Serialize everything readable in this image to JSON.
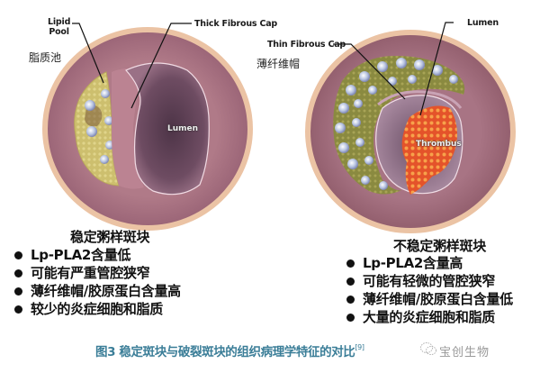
{
  "stable_plaque": {
    "labels": {
      "lipid_pool": "Lipid\nPool",
      "lipid_pool_line1": "Lipid",
      "lipid_pool_line2": "Pool",
      "lipid_pool_cn": "脂质池",
      "fibrous_cap": "Thick Fibrous Cap",
      "lumen": "Lumen"
    },
    "heading": "稳定粥样斑块",
    "bullets": [
      "Lp-PLA2含量低",
      "可能有严重管腔狭窄",
      "薄纤维帽/胶原蛋白含量高",
      "较少的炎症细胞和脂质"
    ]
  },
  "unstable_plaque": {
    "labels": {
      "fibrous_cap": "Thin Fibrous Cap",
      "fibrous_cap_cn": "薄纤维帽",
      "lumen": "Lumen",
      "thrombus": "Thrombus"
    },
    "heading": "不稳定粥样斑块",
    "bullets": [
      "Lp-PLA2含量高",
      "可能有轻微的管腔狭窄",
      "薄纤维帽/胶原蛋白含量低",
      "大量的炎症细胞和脂质"
    ]
  },
  "caption": {
    "text": "图3 稳定斑块与破裂斑块的组织病理学特征的对比",
    "ref": "[9]"
  },
  "watermark": {
    "icon": "wechat-icon",
    "text": "宝创生物"
  },
  "colors": {
    "vessel_outer": "#e8b99a",
    "vessel_wall": "#a8707f",
    "lumen_dark": "#5a3e52",
    "lipid": "#cbbf6a",
    "thrombus": "#e8642a",
    "caption": "#3b7e98"
  }
}
